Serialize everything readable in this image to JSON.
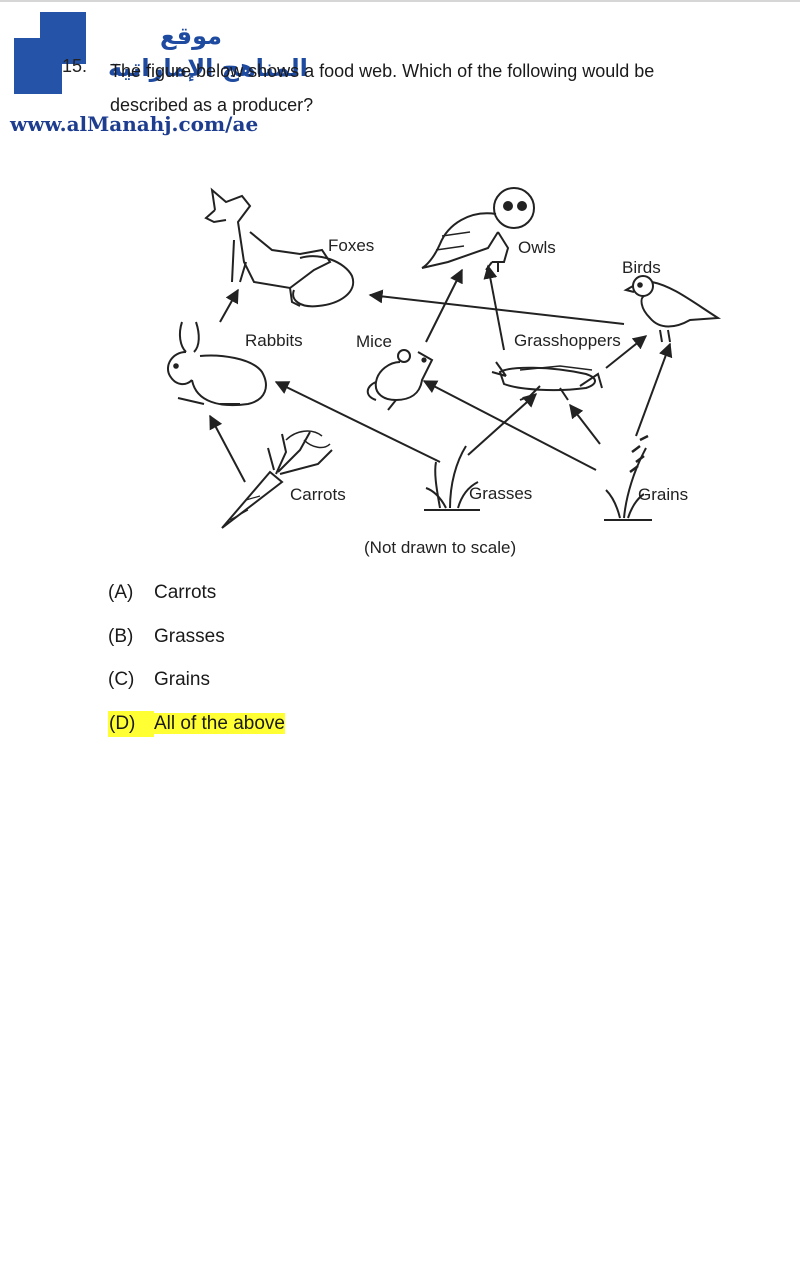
{
  "watermark": {
    "line1": "موقع",
    "line2": "المناهج الإماراتية",
    "url": "www.alManahj.com/ae"
  },
  "question": {
    "number": "15.",
    "text": "The figure below shows a food web. Which of the following would be described as a producer?"
  },
  "figure": {
    "labels": {
      "foxes": "Foxes",
      "owls": "Owls",
      "birds": "Birds",
      "rabbits": "Rabbits",
      "mice": "Mice",
      "grasshoppers": "Grasshoppers",
      "carrots": "Carrots",
      "grasses": "Grasses",
      "grains": "Grains"
    },
    "caption": "(Not drawn to scale)"
  },
  "options": [
    {
      "letter": "(A)",
      "text": "Carrots",
      "highlighted": false
    },
    {
      "letter": "(B)",
      "text": "Grasses",
      "highlighted": false
    },
    {
      "letter": "(C)",
      "text": "Grains",
      "highlighted": false
    },
    {
      "letter": "(D)",
      "text": "All of the above",
      "highlighted": true
    }
  ],
  "colors": {
    "highlight": "#ffff33",
    "logo_blue": "#2453a8"
  }
}
